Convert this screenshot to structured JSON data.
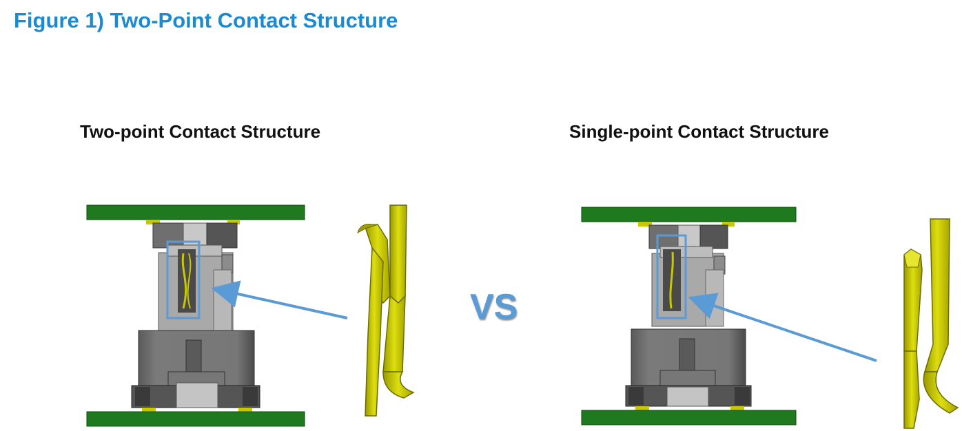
{
  "figure_title": "Figure 1) Two-Point Contact Structure",
  "panels": {
    "left": {
      "title": "Two-point Contact Structure"
    },
    "right": {
      "title": "Single-point Contact Structure"
    }
  },
  "comparison_label": "VS",
  "colors": {
    "title_blue": "#1a8bd3",
    "vs_blue": "#5b9bd5",
    "pcb_green": "#1f7a1f",
    "pin_yellow": "#c8c800",
    "housing_gray": "#a9a9a9",
    "highlight_box": "#5b9bd5"
  }
}
